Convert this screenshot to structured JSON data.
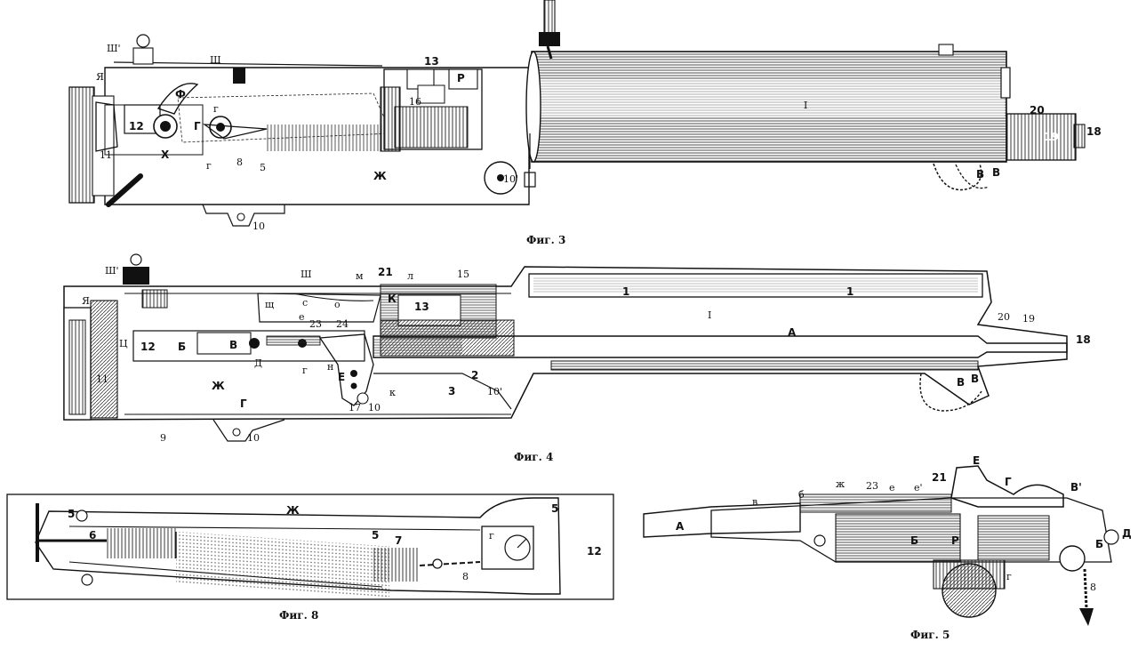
{
  "captions": {
    "fig3": "Фиг. 3",
    "fig4": "Фиг. 4",
    "fig5": "Фиг. 5",
    "fig8": "Фиг. 8"
  },
  "fig3_labels": {
    "sh_prime": "Ш'",
    "ya": "Я",
    "sh": "Ш",
    "n13": "13",
    "r": "Р",
    "n16": "16",
    "f": "Ф",
    "g_small": "г",
    "n12": "12",
    "g_cap": "Г",
    "kh": "Х",
    "n11": "11",
    "g_small2": "г",
    "n8": "8",
    "n5": "5",
    "zh": "Ж",
    "n10p": "10'",
    "n10": "10",
    "roman_one": "I",
    "n20": "20",
    "n19": "19",
    "n18": "18",
    "v1": "В",
    "v2": "В"
  },
  "fig4_labels": {
    "sh_prime": "Ш'",
    "ya": "Я",
    "sh": "Ш",
    "m": "м",
    "n21": "21",
    "l": "л",
    "n15": "15",
    "n1a": "1",
    "n1b": "1",
    "roman_one": "I",
    "shch": "щ",
    "s": "с",
    "o": "о",
    "e": "е",
    "n23": "23",
    "n24": "24",
    "k_cap": "К",
    "n13": "13",
    "n12": "12",
    "b_cap": "Б",
    "ts": "Ц",
    "v": "В",
    "d": "Д",
    "n11": "11",
    "zh": "Ж",
    "g_small": "г",
    "n_small": "н",
    "e_cap": "Е",
    "k_small": "к",
    "n3": "3",
    "n2": "2",
    "n10p": "10'",
    "a_cap": "А",
    "n20": "20",
    "n19": "19",
    "n18": "18",
    "v1": "В",
    "v2": "В",
    "g_cap": "Г",
    "n9": "9",
    "n10": "10",
    "n17": "17",
    "n10b": "10"
  },
  "fig8_labels": {
    "n5a": "5",
    "zh": "Ж",
    "n5b": "5",
    "n6": "6",
    "n5c": "5",
    "n7": "7",
    "g": "г",
    "n12": "12",
    "n8": "8"
  },
  "fig5_labels": {
    "v_small": "в",
    "b_small": "б",
    "zh_small": "ж",
    "n23": "23",
    "e": "е",
    "e_prime": "е'",
    "n21": "21",
    "e_cap": "Е",
    "g_cap": "Г",
    "v_cap": "В'",
    "a": "А",
    "b_cap": "Б",
    "r": "Р",
    "b_cap2": "Б",
    "d": "Д",
    "g_small": "г",
    "n8": "8"
  }
}
